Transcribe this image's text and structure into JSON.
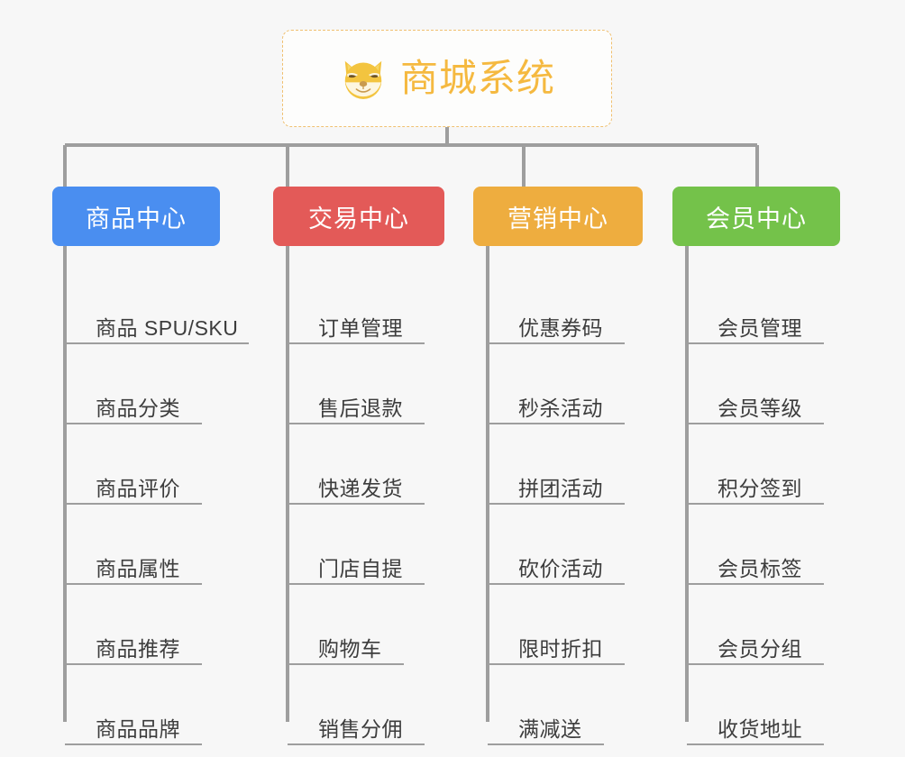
{
  "page": {
    "background_color": "#f7f7f7",
    "line_color": "#9e9e9e"
  },
  "root": {
    "title": "商城系统",
    "icon": "dog-face-icon",
    "text_color": "#f5b940",
    "border_color": "#f0c070",
    "background_color": "#fdfdfc"
  },
  "categories": [
    {
      "label": "商品中心",
      "color": "#4a8ef0",
      "items": [
        "商品 SPU/SKU",
        "商品分类",
        "商品评价",
        "商品属性",
        "商品推荐",
        "商品品牌"
      ]
    },
    {
      "label": "交易中心",
      "color": "#e35a58",
      "items": [
        "订单管理",
        "售后退款",
        "快递发货",
        "门店自提",
        "购物车",
        "销售分佣"
      ]
    },
    {
      "label": "营销中心",
      "color": "#eead3f",
      "items": [
        "优惠券码",
        "秒杀活动",
        "拼团活动",
        "砍价活动",
        "限时折扣",
        "满减送"
      ]
    },
    {
      "label": "会员中心",
      "color": "#74c24a",
      "items": [
        "会员管理",
        "会员等级",
        "积分签到",
        "会员标签",
        "会员分组",
        "收货地址"
      ]
    }
  ]
}
